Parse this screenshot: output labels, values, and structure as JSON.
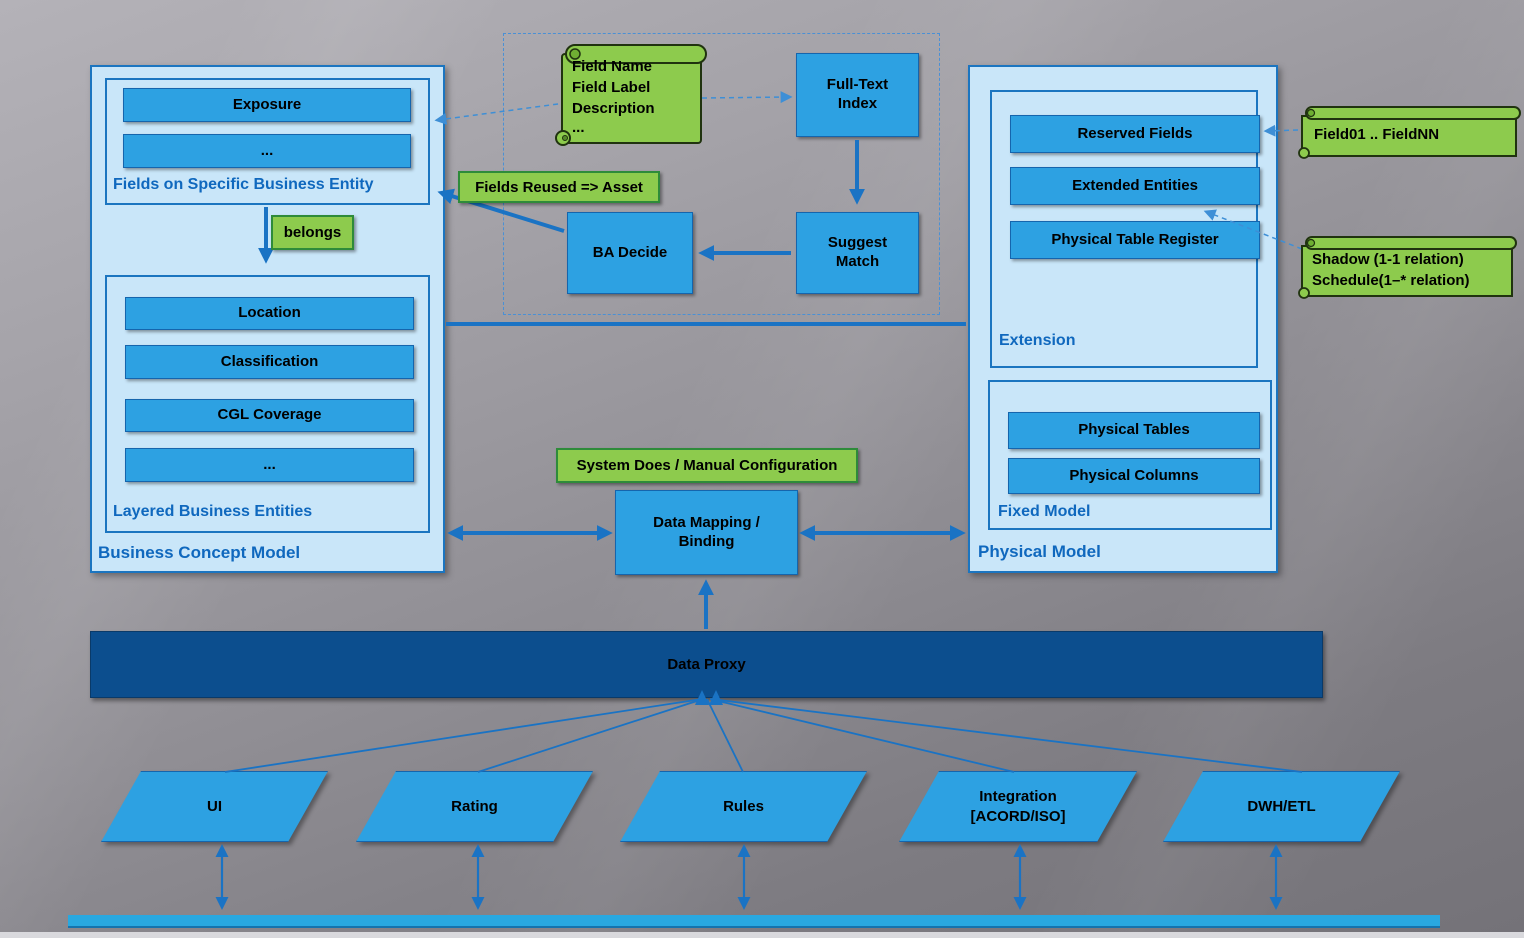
{
  "colors": {
    "accent_blue": "#2da1e2",
    "container_blue": "#c9e6f9",
    "border_blue": "#1b75c0",
    "dark_bar_blue": "#0c4e8e",
    "green": "#8dcb4d",
    "label_blue": "#0f68be",
    "arrow_blue": "#1a73c4"
  },
  "bcm": {
    "title": "Business Concept Model",
    "fields_group": {
      "label": "Fields on Specific Business Entity",
      "items": [
        "Exposure",
        "..."
      ]
    },
    "belongs_label": "belongs",
    "layered_group": {
      "label": "Layered Business Entities",
      "items": [
        "Location",
        "Classification",
        "CGL Coverage",
        "..."
      ]
    }
  },
  "matching": {
    "note_lines": [
      "Field Name",
      "Field Label",
      "Description",
      "..."
    ],
    "full_text_index": "Full-Text Index",
    "suggest_match": "Suggest Match",
    "ba_decide": "BA Decide",
    "fields_reused_label": "Fields Reused => Asset"
  },
  "physical": {
    "title": "Physical Model",
    "extension": {
      "label": "Extension",
      "items": [
        "Reserved Fields",
        "Extended Entities",
        "Physical Table Register"
      ]
    },
    "fixed": {
      "label": "Fixed Model",
      "items": [
        "Physical Tables",
        "Physical Columns"
      ]
    }
  },
  "callouts": {
    "field_range": "Field01 .. FieldNN",
    "shadow_lines": [
      "Shadow (1-1 relation)",
      "Schedule(1–* relation)"
    ]
  },
  "mapping": {
    "config_label": "System Does / Manual Configuration",
    "box_label": "Data Mapping / Binding"
  },
  "proxy": {
    "label": "Data Proxy"
  },
  "subsystems": [
    {
      "label": "UI"
    },
    {
      "label": "Rating"
    },
    {
      "label": "Rules"
    },
    {
      "label": "Integration [ACORD/ISO]"
    },
    {
      "label": "DWH/ETL"
    }
  ]
}
